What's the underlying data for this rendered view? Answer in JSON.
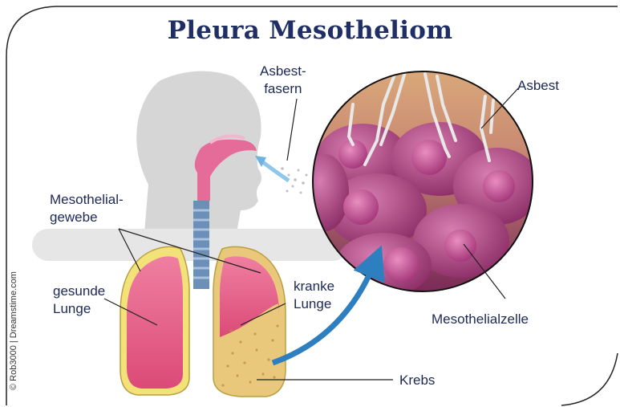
{
  "title": "Pleura Mesotheliom",
  "labels": {
    "asbestos_fibers_line1": "Asbest-",
    "asbestos_fibers_line2": "fasern",
    "asbestos": "Asbest",
    "mesothelial_tissue_line1": "Mesothelial-",
    "mesothelial_tissue_line2": "gewebe",
    "healthy_lung_line1": "gesunde",
    "healthy_lung_line2": "Lunge",
    "sick_lung_line1": "kranke",
    "sick_lung_line2": "Lunge",
    "mesothelial_cell": "Mesothelialzelle",
    "cancer": "Krebs"
  },
  "credit": "© Rob3000 | Dreamstime.com",
  "colors": {
    "title": "#1f2f66",
    "lung_pink": "#e35d86",
    "membrane_yellow": "#f3e27a",
    "cancer_tan": "#e9c77b",
    "cell_purple": "#b24a86",
    "arrow_blue": "#2e7fc0",
    "silhouette_gray": "#d6d6d6"
  }
}
